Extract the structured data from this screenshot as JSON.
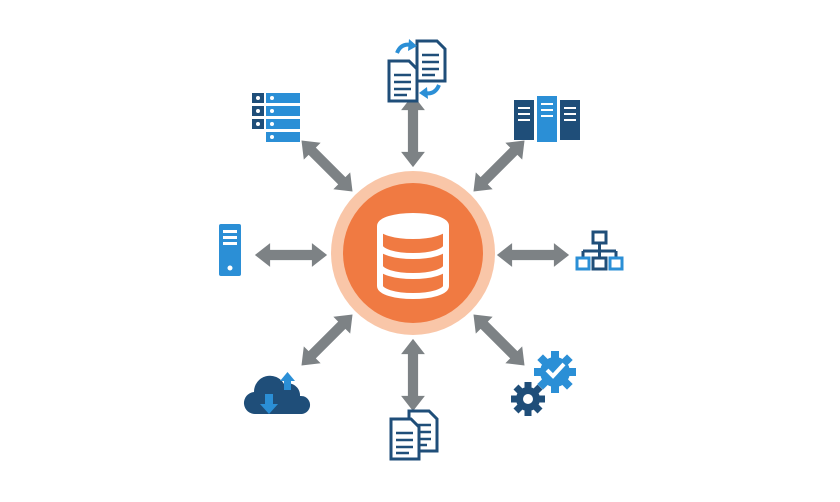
{
  "colors": {
    "hub_outer": "#f9c6a8",
    "hub_inner": "#f07a42",
    "hub_icon": "#ffffff",
    "arrow": "#7d8285",
    "icon_dark": "#1f4e79",
    "icon_light": "#2b8fd6"
  },
  "hub": {
    "icon": "database-icon"
  },
  "nodes": [
    {
      "id": "documents-exchange",
      "icon": "document-sync-icon"
    },
    {
      "id": "server-rack",
      "icon": "server-rack-icon"
    },
    {
      "id": "hierarchy",
      "icon": "org-chart-icon"
    },
    {
      "id": "gear-settings",
      "icon": "gears-icon"
    },
    {
      "id": "documents",
      "icon": "documents-icon"
    },
    {
      "id": "cloud",
      "icon": "cloud-transfer-icon"
    },
    {
      "id": "tower-server",
      "icon": "tower-server-icon"
    },
    {
      "id": "storage-stack",
      "icon": "storage-stack-icon"
    }
  ]
}
